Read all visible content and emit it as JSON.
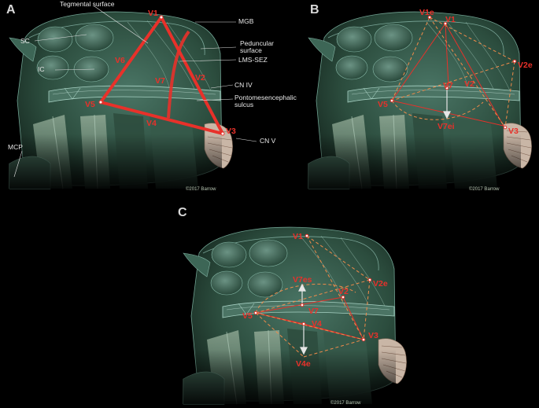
{
  "panels": {
    "A": {
      "letter": "A",
      "labels": {
        "tegmental": "Tegmental surface",
        "mgb": "MGB",
        "sc": "SC",
        "peduncular_1": "Peduncular",
        "peduncular_2": "surface",
        "ic": "IC",
        "lms": "LMS-SEZ",
        "cn4": "CN IV",
        "pontomes_1": "Pontomesencephalic",
        "pontomes_2": "sulcus",
        "cn5": "CN V",
        "mcp": "MCP"
      },
      "vertices": {
        "v1": "V1",
        "v2": "V2",
        "v3": "V3",
        "v4": "V4",
        "v5": "V5",
        "v6": "V6",
        "v7": "V7"
      },
      "copyright": "©2017 Barrow"
    },
    "B": {
      "letter": "B",
      "vertices": {
        "v1e": "V1e",
        "v1": "V1",
        "v2e": "V2e",
        "v2": "V2",
        "v3": "V3",
        "v5": "V5",
        "v7": "V7",
        "v7ei": "V7ei"
      },
      "copyright": "©2017 Barrow"
    },
    "C": {
      "letter": "C",
      "vertices": {
        "v1": "V1",
        "v2e": "V2e",
        "v7es": "V7es",
        "v2": "V2",
        "v5": "V5",
        "v7": "V7",
        "v4": "V4",
        "v3": "V3",
        "v4e": "V4e"
      },
      "copyright": "©2017 Barrow"
    }
  },
  "colors": {
    "background": "#000000",
    "tissue_dark": "#1f3a2b",
    "tissue_mid": "#33584a",
    "tissue_light": "#5f8576",
    "accent_red": "#e8312a",
    "dash_orange": "#f08b4a",
    "arrow_white": "#e6e6e6"
  }
}
